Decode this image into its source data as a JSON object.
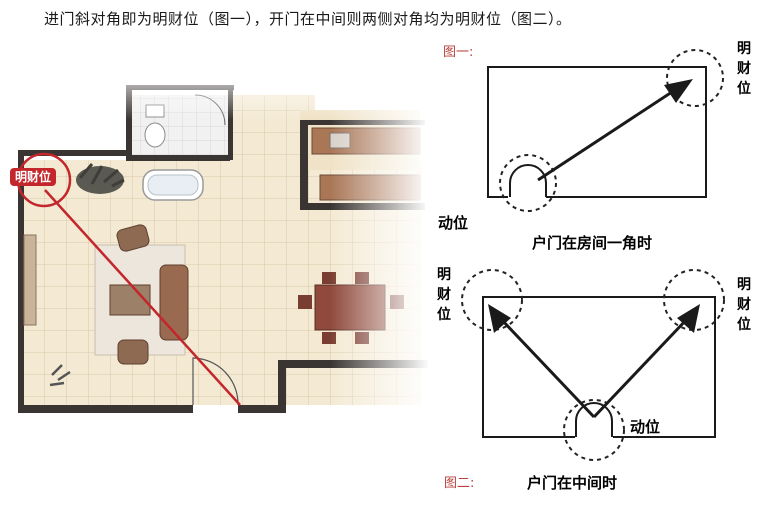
{
  "caption": "进门斜对角即为明财位（图一），开门在中间则两侧对角均为明财位（图二）。",
  "floorplan": {
    "wealth_badge": "明财位"
  },
  "figure1": {
    "label": "图一:",
    "wealth_spot": [
      "明",
      "财",
      "位"
    ],
    "door_spot": "动位",
    "caption": "户门在房间一角时"
  },
  "figure2": {
    "label": "图二:",
    "wealth_spot_left": [
      "明",
      "财",
      "位"
    ],
    "wealth_spot_right": [
      "明",
      "财",
      "位"
    ],
    "door_spot": "动位",
    "caption": "户门在中间时"
  },
  "colors": {
    "accent_red": "#c3262b",
    "label_red": "#b8423c",
    "wall": "#3a3532",
    "floor_tile": "#efe4cc",
    "floor_fill": "#f6eedd",
    "dashed_circle": "#222222"
  }
}
